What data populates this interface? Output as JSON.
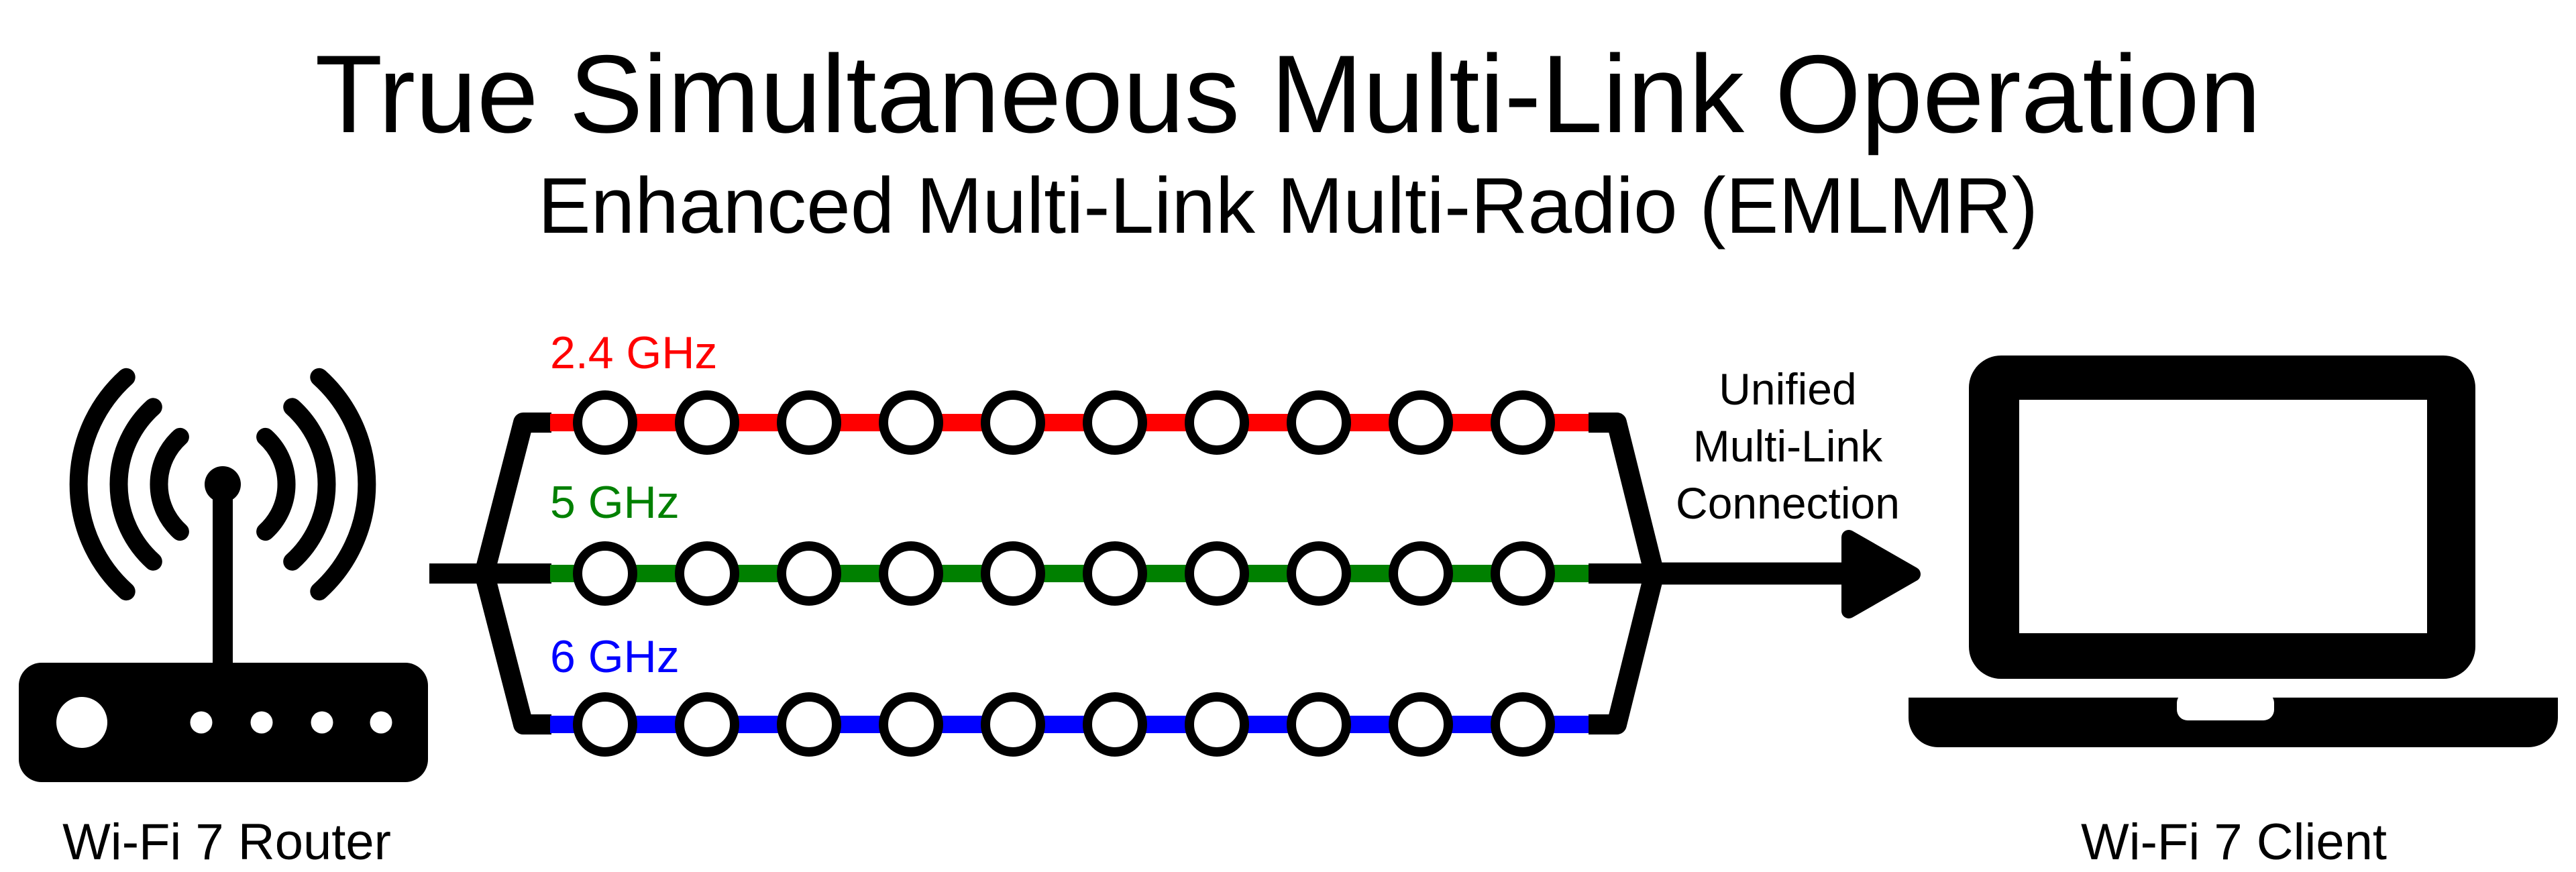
{
  "title": "True Simultaneous Multi-Link Operation",
  "subtitle": "Enhanced Multi-Link Multi-Radio (EMLMR)",
  "router": {
    "label": "Wi-Fi 7 Router"
  },
  "client": {
    "label": "Wi-Fi 7 Client"
  },
  "unified_label": [
    "Unified",
    "Multi-Link",
    "Connection"
  ],
  "links": [
    {
      "band": "2.4 GHz",
      "color": "#ff0000",
      "packets": 10
    },
    {
      "band": "5 GHz",
      "color": "#008000",
      "packets": 10
    },
    {
      "band": "6 GHz",
      "color": "#0000ff",
      "packets": 10
    }
  ],
  "packet_style": {
    "fill": "#ffffff",
    "stroke": "#000000"
  },
  "ink_color": "#000000",
  "background": "#ffffff"
}
